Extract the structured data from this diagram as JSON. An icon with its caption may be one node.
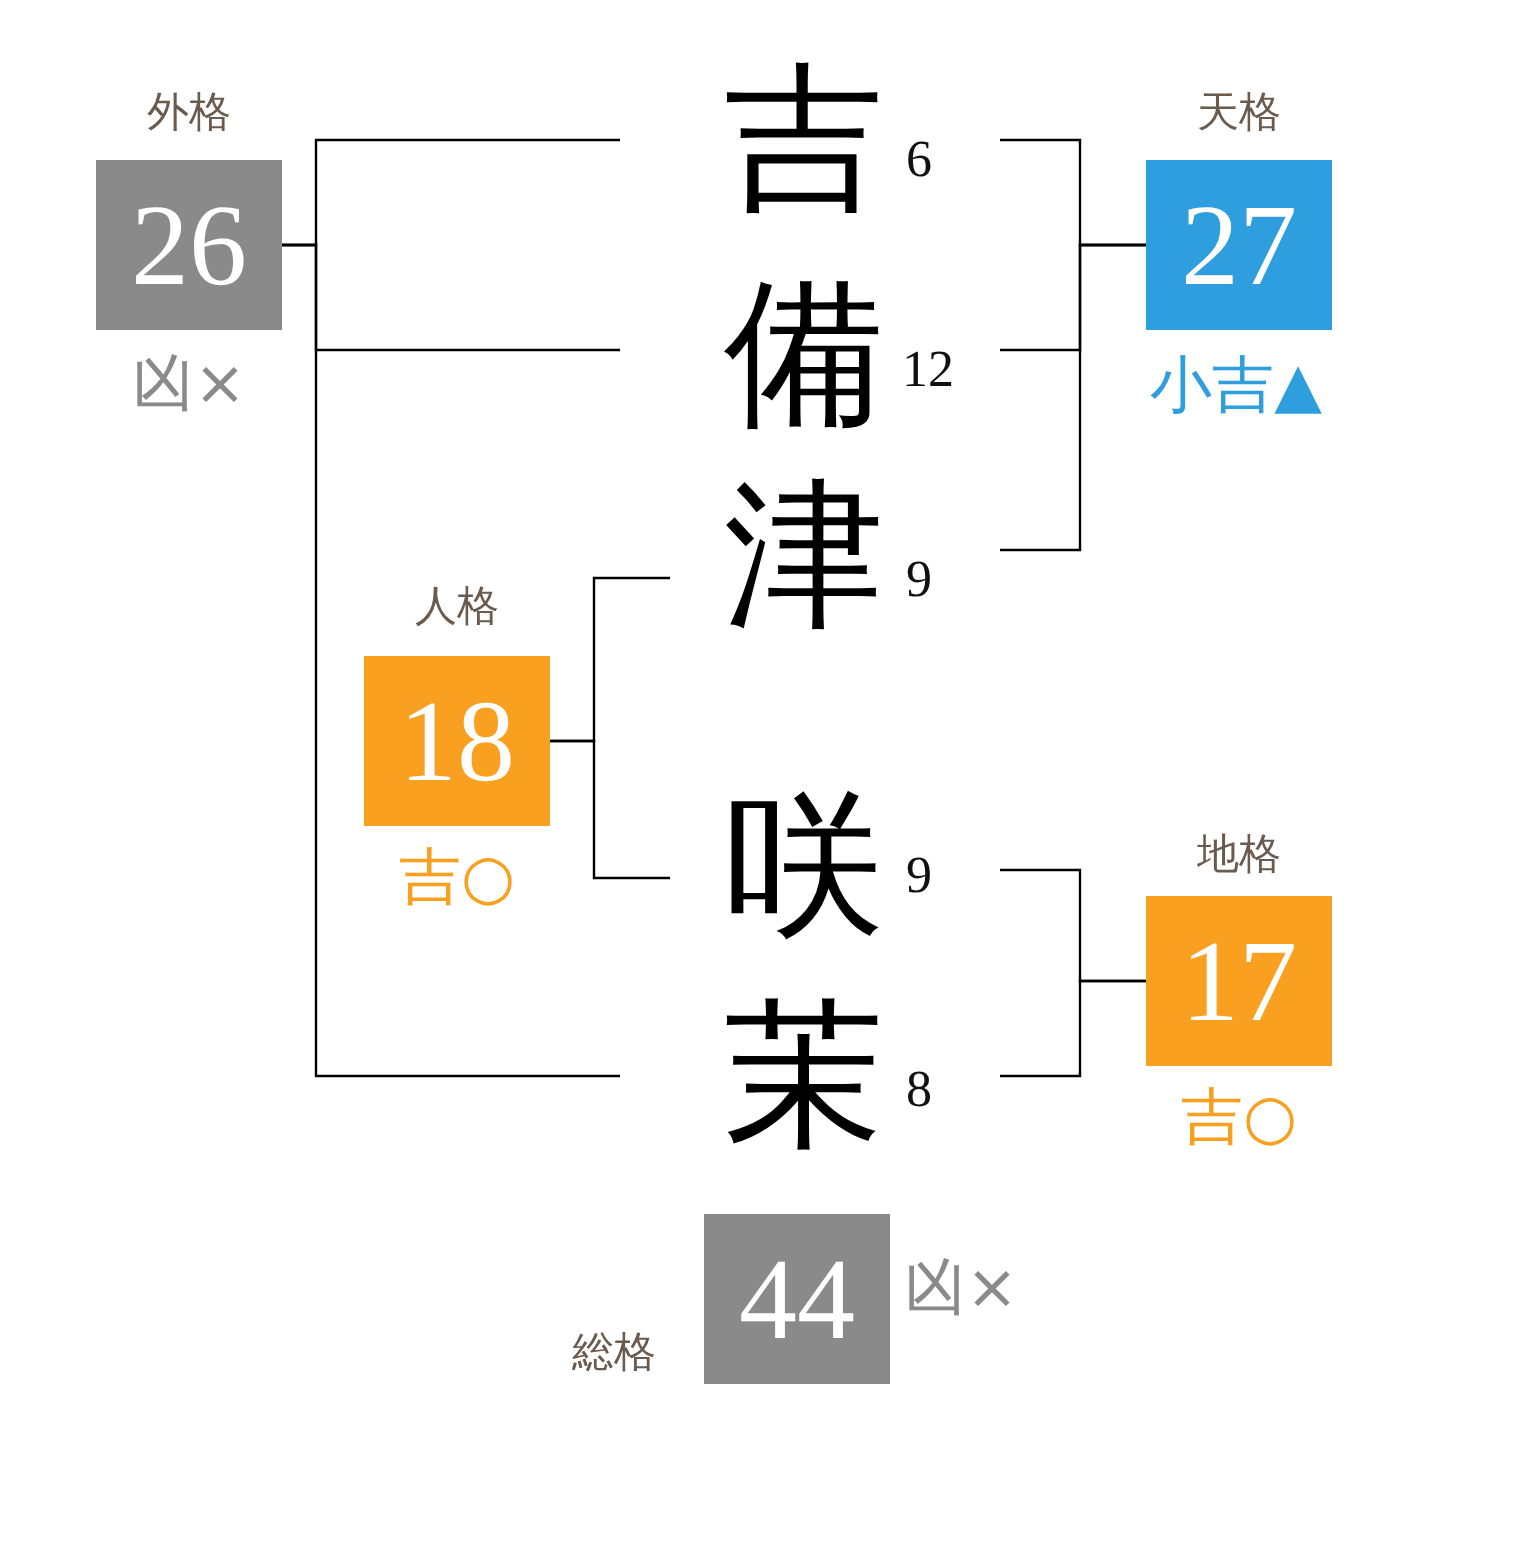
{
  "diagram": {
    "nodes": [
      {
        "text": [
          "外格",
          "26"
        ],
        "beside": [
          "凶×"
        ]
      },
      {
        "text": [
          "吉"
        ],
        "beside": [
          "6"
        ]
      },
      {
        "text": [
          "天格",
          "27"
        ],
        "beside": [
          "小吉▲"
        ]
      },
      {
        "text": [
          "備"
        ],
        "beside": [
          "12"
        ]
      },
      {
        "text": [
          "津"
        ],
        "beside": [
          "9"
        ]
      },
      {
        "text": [
          "人格",
          "18"
        ],
        "beside": [
          "吉○"
        ]
      },
      {
        "text": [
          "咲"
        ],
        "beside": [
          "9"
        ]
      },
      {
        "text": [
          "地格",
          "17"
        ],
        "beside": [
          "吉○"
        ]
      },
      {
        "text": [
          "茉"
        ],
        "beside": [
          "8"
        ]
      },
      {
        "text": [
          "総格",
          "44"
        ],
        "beside": [
          "凶×"
        ]
      }
    ],
    "edges": [
      {
        "from": 0,
        "to": 1,
        "arrow": "none"
      },
      {
        "from": 0,
        "to": 3,
        "arrow": "none"
      },
      {
        "from": 0,
        "to": 8,
        "arrow": "none"
      },
      {
        "from": 2,
        "to": 1,
        "arrow": "none"
      },
      {
        "from": 2,
        "to": 3,
        "arrow": "none"
      },
      {
        "from": 2,
        "to": 4,
        "arrow": "none"
      },
      {
        "from": 5,
        "to": 4,
        "arrow": "none"
      },
      {
        "from": 5,
        "to": 6,
        "arrow": "none"
      },
      {
        "from": 7,
        "to": 6,
        "arrow": "none"
      },
      {
        "from": 7,
        "to": 8,
        "arrow": "none"
      }
    ]
  }
}
